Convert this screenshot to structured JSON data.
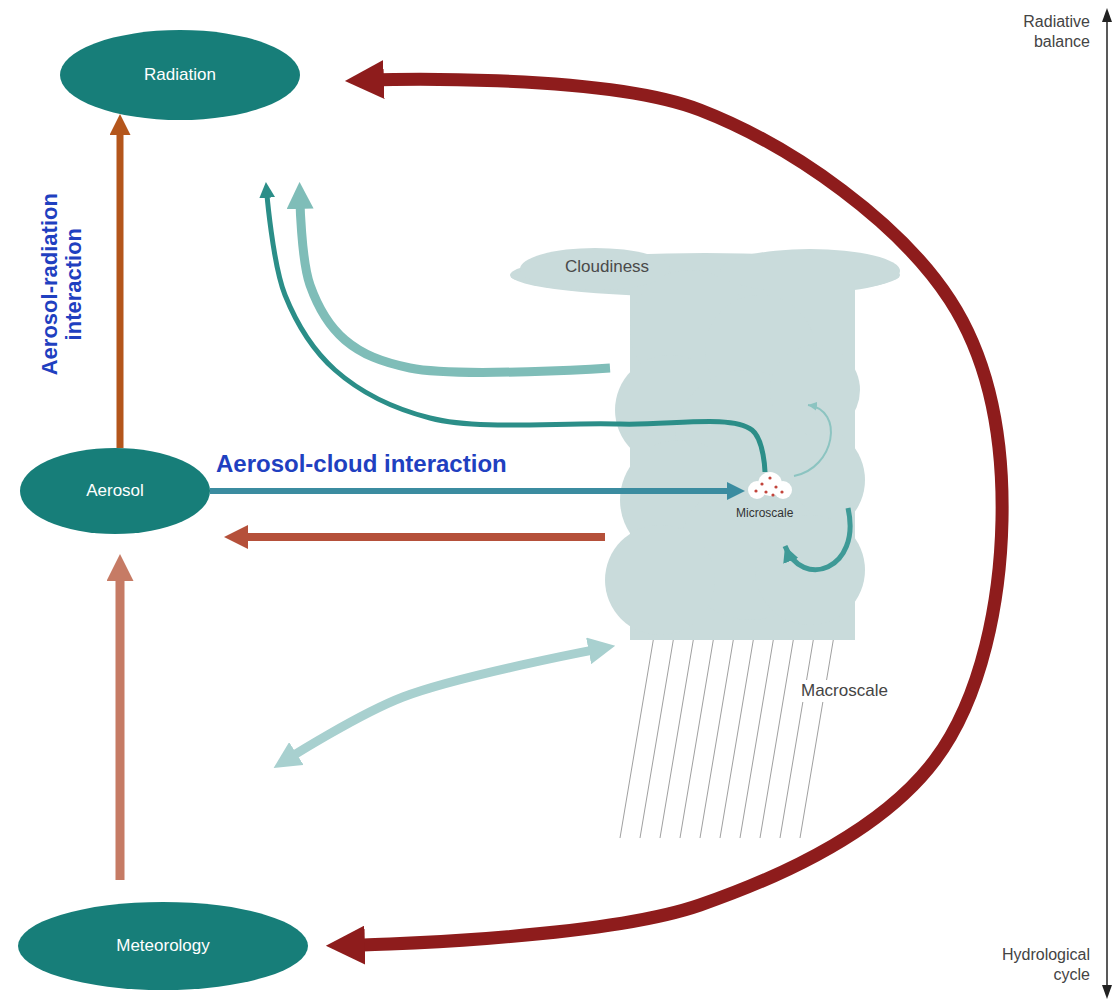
{
  "diagram": {
    "nodes": [
      {
        "text": [
          "Radiation"
        ]
      },
      {
        "text": [
          "Cloudiness",
          "Microscale",
          "Macroscale"
        ]
      },
      {
        "text": [
          "Aerosol"
        ]
      },
      {
        "text": [
          "Meteorology"
        ]
      }
    ],
    "edges": [
      {
        "from": 2,
        "to": 0,
        "arrow": "to",
        "label": "Aerosol-radiation interaction"
      },
      {
        "from": 2,
        "to": 1,
        "arrow": "to",
        "label": "Aerosol-cloud interaction"
      },
      {
        "from": 1,
        "to": 2,
        "arrow": "to"
      },
      {
        "from": 1,
        "to": 0,
        "arrow": "to"
      },
      {
        "from": 1,
        "to": 0,
        "arrow": "to"
      },
      {
        "from": 3,
        "to": 2,
        "arrow": "to"
      },
      {
        "from": 3,
        "to": 1,
        "arrow": "both"
      },
      {
        "from": 3,
        "to": 0,
        "arrow": "both"
      }
    ],
    "labels": [
      "Radiative balance",
      "Hydrological cycle"
    ]
  }
}
